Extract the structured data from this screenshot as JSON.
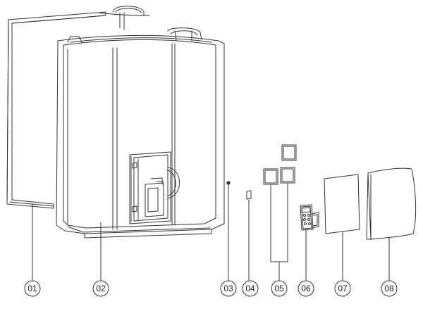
{
  "parts": [
    {
      "id": "01"
    },
    {
      "id": "02"
    },
    {
      "id": "03"
    },
    {
      "id": "04"
    },
    {
      "id": "05"
    },
    {
      "id": "06"
    },
    {
      "id": "07"
    },
    {
      "id": "08"
    }
  ]
}
